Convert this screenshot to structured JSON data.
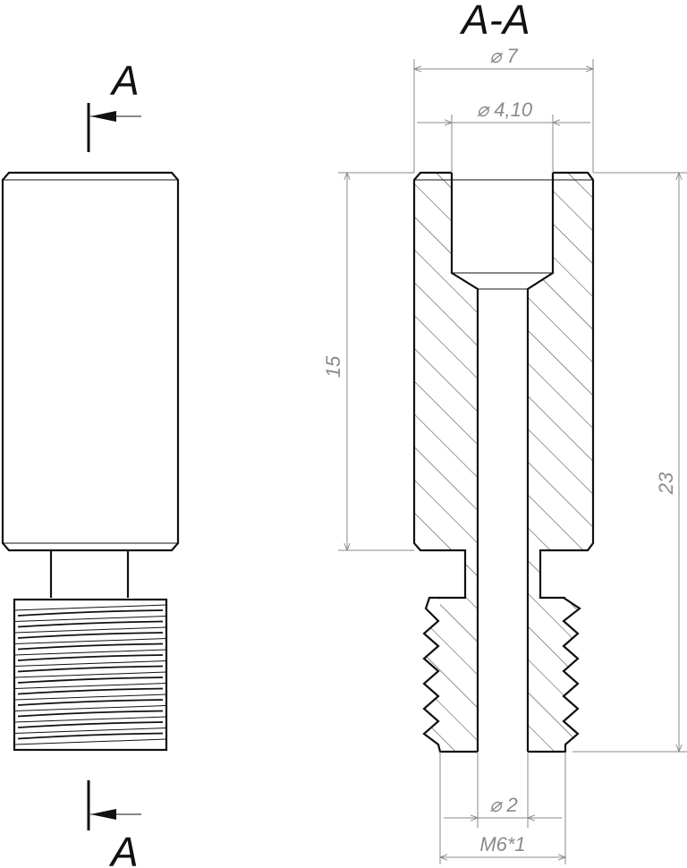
{
  "section_title": "A-A",
  "cut_label_top": "A",
  "cut_label_bottom": "A",
  "dims": {
    "outer_diameter": "⌀ 7",
    "bore_diameter": "⌀ 4,10",
    "bore_depth": "15",
    "total_length": "23",
    "channel_diameter": "⌀ 2",
    "thread": "M6*1"
  }
}
